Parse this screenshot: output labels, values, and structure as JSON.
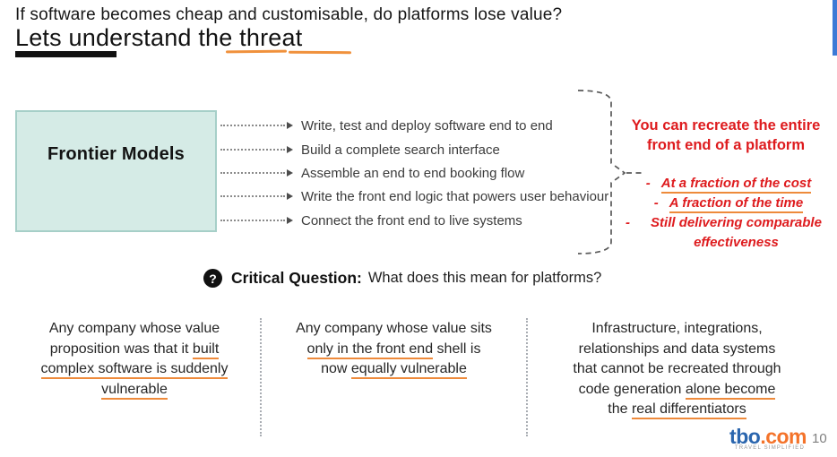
{
  "slide": {
    "kicker": "If software becomes cheap and customisable, do platforms lose value?",
    "title": "Lets understand the threat"
  },
  "diagram": {
    "source_label": "Frontier Models",
    "capabilities": [
      "Write, test and deploy software end to end",
      "Build a complete search interface",
      "Assemble an end to end booking flow",
      "Write the front end logic that powers user behaviour",
      "Connect the front end to live systems"
    ],
    "conclusion": {
      "heading_line1": "You can recreate the entire",
      "heading_line2": "front end of a platform",
      "bullet_dash": "-",
      "bullets": [
        {
          "segments": [
            {
              "t": "At a fraction of the cost",
              "u": true
            }
          ]
        },
        {
          "segments": [
            {
              "t": "A fraction of the time",
              "u": true
            }
          ]
        },
        {
          "segments": [
            {
              "t": "Still delivering comparable effectiveness",
              "u": false
            }
          ]
        }
      ]
    }
  },
  "critical_question": {
    "icon_glyph": "?",
    "label": "Critical Question:",
    "question": "What does this mean for platforms?"
  },
  "takeaways": [
    {
      "lines": [
        [
          {
            "t": "Any company whose value"
          }
        ],
        [
          {
            "t": "proposition was that it "
          },
          {
            "t": "built",
            "u": true
          }
        ],
        [
          {
            "t": "complex software is suddenly",
            "u": true
          }
        ],
        [
          {
            "t": "vulnerable",
            "u": true
          }
        ]
      ]
    },
    {
      "lines": [
        [
          {
            "t": "Any company whose value sits"
          }
        ],
        [
          {
            "t": "only in the front end",
            "u": true
          },
          {
            "t": " shell is"
          }
        ],
        [
          {
            "t": "now "
          },
          {
            "t": "equally vulnerable",
            "u": true
          }
        ]
      ]
    },
    {
      "lines": [
        [
          {
            "t": "Infrastructure, integrations,"
          }
        ],
        [
          {
            "t": "relationships and data systems"
          }
        ],
        [
          {
            "t": "that cannot be recreated through"
          }
        ],
        [
          {
            "t": "code generation "
          },
          {
            "t": "alone become",
            "u": true
          }
        ],
        [
          {
            "t": "the "
          },
          {
            "t": "real differentiators",
            "u": true
          }
        ]
      ]
    }
  ],
  "footer": {
    "logo_primary": "tbo",
    "logo_suffix": ".com",
    "logo_tagline": "TRAVEL SIMPLIFIED",
    "page_number": "10"
  },
  "colors": {
    "accent_orange": "#ED7D31",
    "alert_red": "#DE1B1E",
    "box_teal": "#D5EBE6",
    "edge_bar_blue": "#3D7AD6",
    "logo_blue": "#2B66AE",
    "logo_orange": "#F4732A"
  }
}
